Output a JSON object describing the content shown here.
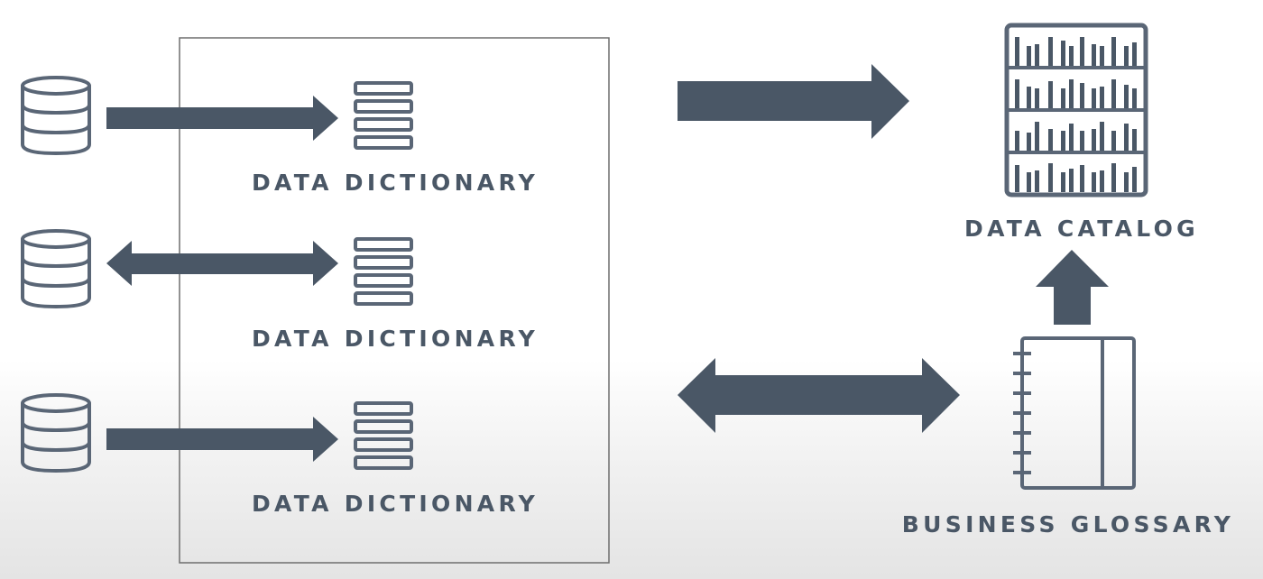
{
  "colors": {
    "ink": "#4a5766",
    "icon": "#5a6676",
    "box_border": "#6e6e6e",
    "background": "#ffffff"
  },
  "labels": {
    "dictionary_1": "DATA DICTIONARY",
    "dictionary_2": "DATA DICTIONARY",
    "dictionary_3": "DATA DICTIONARY",
    "catalog": "DATA CATALOG",
    "glossary": "BUSINESS GLOSSARY"
  },
  "icons": {
    "sources": [
      "database-icon",
      "database-icon",
      "database-icon"
    ],
    "dictionaries": [
      "list-icon",
      "list-icon",
      "list-icon"
    ],
    "catalog": "bookshelf-icon",
    "glossary": "notebook-icon"
  },
  "connections": [
    {
      "from": "database-1",
      "to": "data-dictionary-1",
      "direction": "forward"
    },
    {
      "from": "database-2",
      "to": "data-dictionary-2",
      "direction": "both"
    },
    {
      "from": "database-3",
      "to": "data-dictionary-3",
      "direction": "forward"
    },
    {
      "from": "data-dictionaries",
      "to": "data-catalog",
      "direction": "forward"
    },
    {
      "from": "data-dictionaries",
      "to": "business-glossary",
      "direction": "both"
    },
    {
      "from": "business-glossary",
      "to": "data-catalog",
      "direction": "forward"
    }
  ]
}
